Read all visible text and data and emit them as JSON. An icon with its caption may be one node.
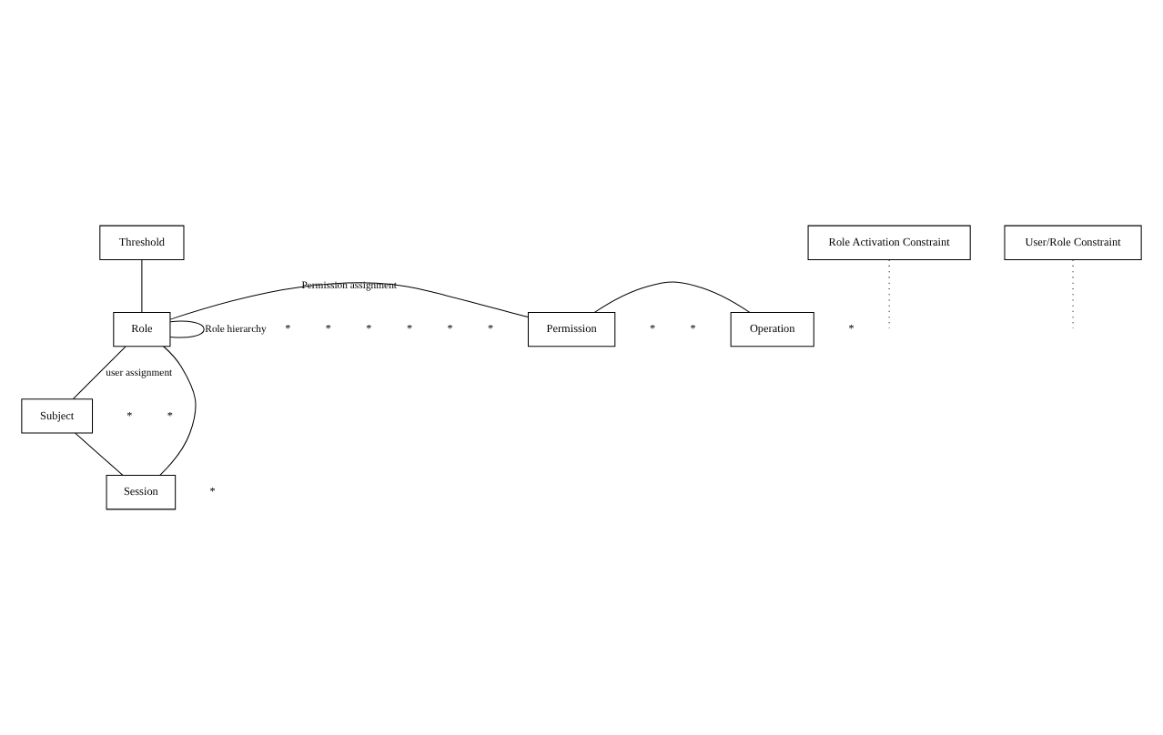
{
  "diagram": {
    "nodes": [
      {
        "text": [
          "Threshold"
        ]
      },
      {
        "text": [
          "Role"
        ]
      },
      {
        "text": [
          "Permission"
        ]
      },
      {
        "text": [
          "Operation"
        ]
      },
      {
        "text": [
          "Role Activation Constraint"
        ]
      },
      {
        "text": [
          "User/Role Constraint"
        ]
      },
      {
        "text": [
          "Subject"
        ]
      },
      {
        "text": [
          "Session"
        ]
      }
    ],
    "edges": [
      {
        "from": 0,
        "to": 1,
        "arrow": "none"
      },
      {
        "from": 1,
        "to": 1,
        "arrow": "none",
        "label": "Role hierarchy"
      },
      {
        "from": 1,
        "to": 2,
        "arrow": "none",
        "label": "Permission assignment"
      },
      {
        "from": 2,
        "to": 3,
        "arrow": "none"
      },
      {
        "from": 1,
        "to": 6,
        "arrow": "none",
        "label": "user assignment"
      },
      {
        "from": 1,
        "to": 7,
        "arrow": "none"
      },
      {
        "from": 4,
        "to": null,
        "arrow": "none",
        "style": "dashed"
      },
      {
        "from": 5,
        "to": null,
        "arrow": "none",
        "style": "dashed"
      },
      {
        "from": 6,
        "to": 7,
        "arrow": "none"
      }
    ],
    "labels": [
      "*",
      "*",
      "*",
      "*",
      "*",
      "*",
      "*",
      "*",
      "*",
      "*",
      "*",
      "*"
    ]
  }
}
